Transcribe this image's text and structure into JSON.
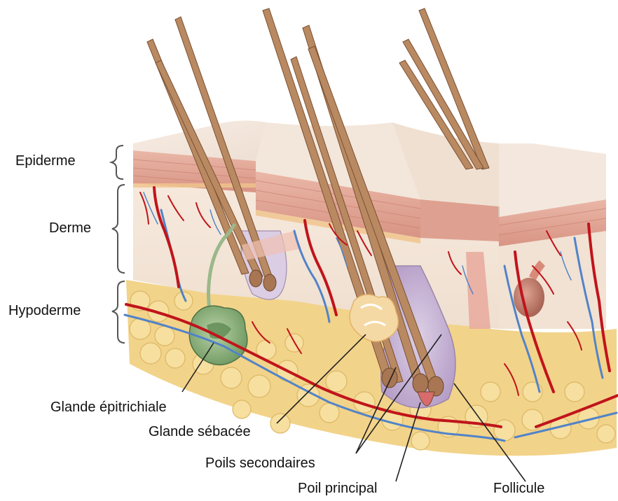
{
  "layers": {
    "epiderme": "Epiderme",
    "derme": "Derme",
    "hypoderme": "Hypoderme"
  },
  "structures": {
    "glande_epitrichiale": "Glande épitrichiale",
    "glande_sebacee": "Glande sébacée",
    "poils_secondaires": "Poils secondaires",
    "poil_principal": "Poil principal",
    "follicule": "Follicule"
  },
  "colors": {
    "epidermis": "#e9b9aa",
    "dermis": "#f3e4d6",
    "fat": "#f2d38a",
    "hair": "#b07a52",
    "artery": "#c0141b",
    "vein": "#4f7fc4",
    "sweat_gland": "#8fb27c",
    "follicle": "#c9b3d6"
  }
}
